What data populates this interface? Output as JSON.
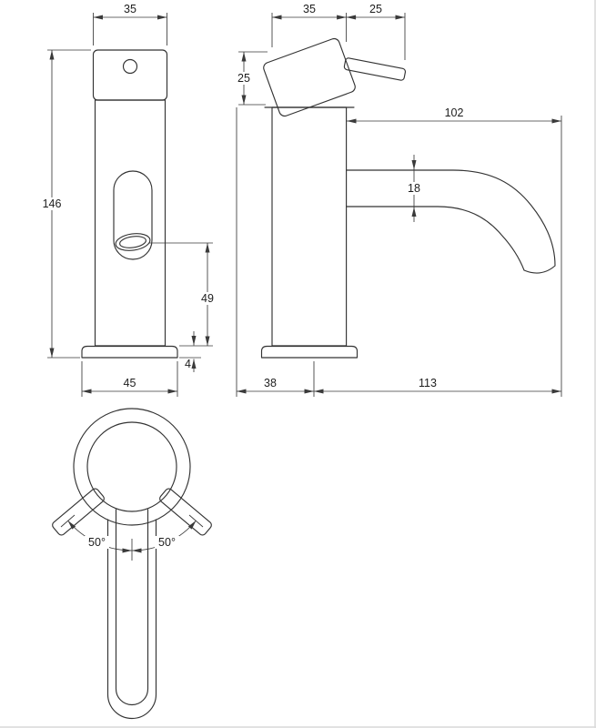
{
  "drawing": {
    "title": "faucet-dimension-drawing",
    "front": {
      "width": "35",
      "height": "146",
      "spout_height": "49",
      "base_thickness": "4",
      "base_width": "45"
    },
    "side": {
      "body_width": "35",
      "lever_length": "25",
      "handle_height": "25",
      "spout_reach": "102",
      "spout_diameter": "18",
      "rear_offset": "38",
      "overall_depth": "113"
    },
    "top": {
      "left_handle_angle": "50°",
      "right_handle_angle": "50°"
    }
  },
  "colors": {
    "line": "#333333",
    "dimension_line": "#3a3a3a",
    "text": "#1d1d1d",
    "frame": "#d9d9d9",
    "background": "#ffffff"
  }
}
